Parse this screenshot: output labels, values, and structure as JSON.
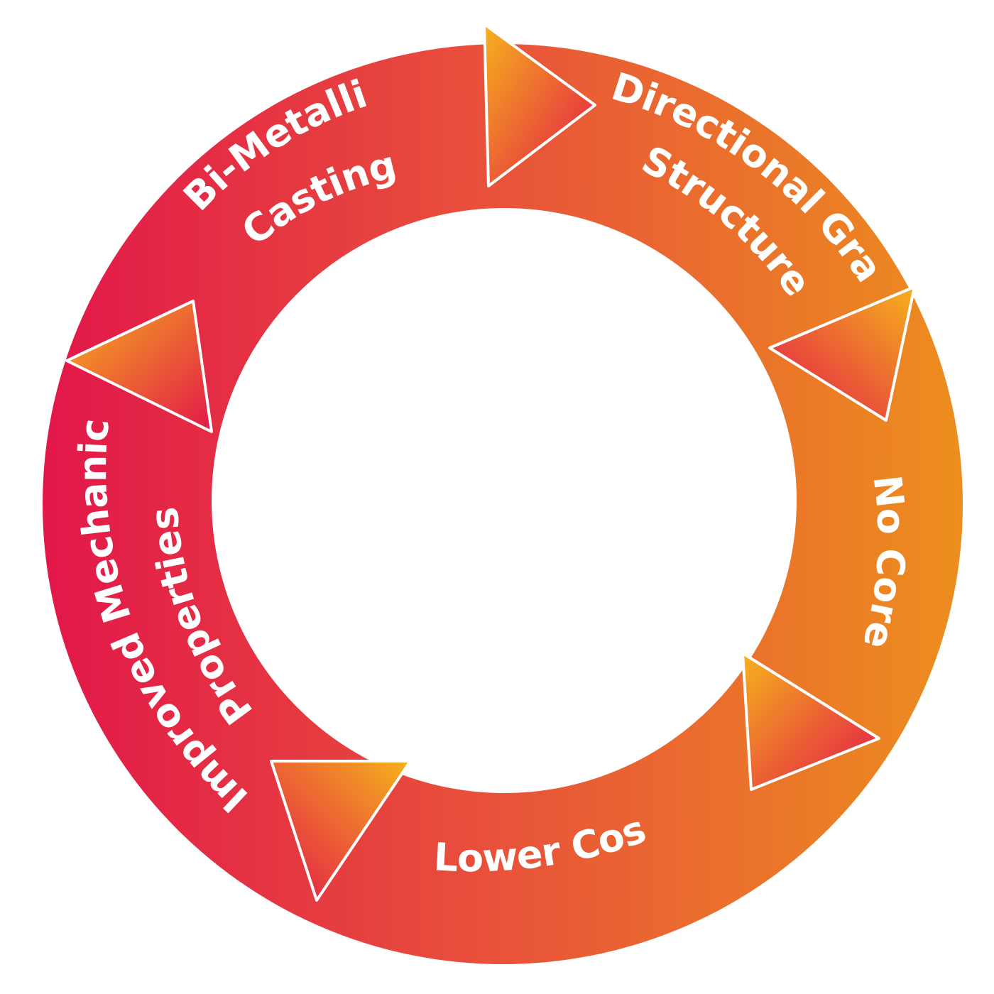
{
  "diagram": {
    "type": "cycle",
    "colors": {
      "red": "#e2174a",
      "orange": "#ec8e1e",
      "arrow_light": "#f6b21c",
      "arrow_dark": "#e2174a",
      "text": "#ffffff"
    },
    "segments": [
      {
        "lines": [
          "Directional Grain",
          "Structure"
        ]
      },
      {
        "lines": [
          "No Cores"
        ]
      },
      {
        "lines": [
          "Lower Cost"
        ]
      },
      {
        "lines": [
          "Improved Mechanical",
          "Properties"
        ]
      },
      {
        "lines": [
          "Bi-Metallic",
          "Castings"
        ]
      }
    ]
  }
}
